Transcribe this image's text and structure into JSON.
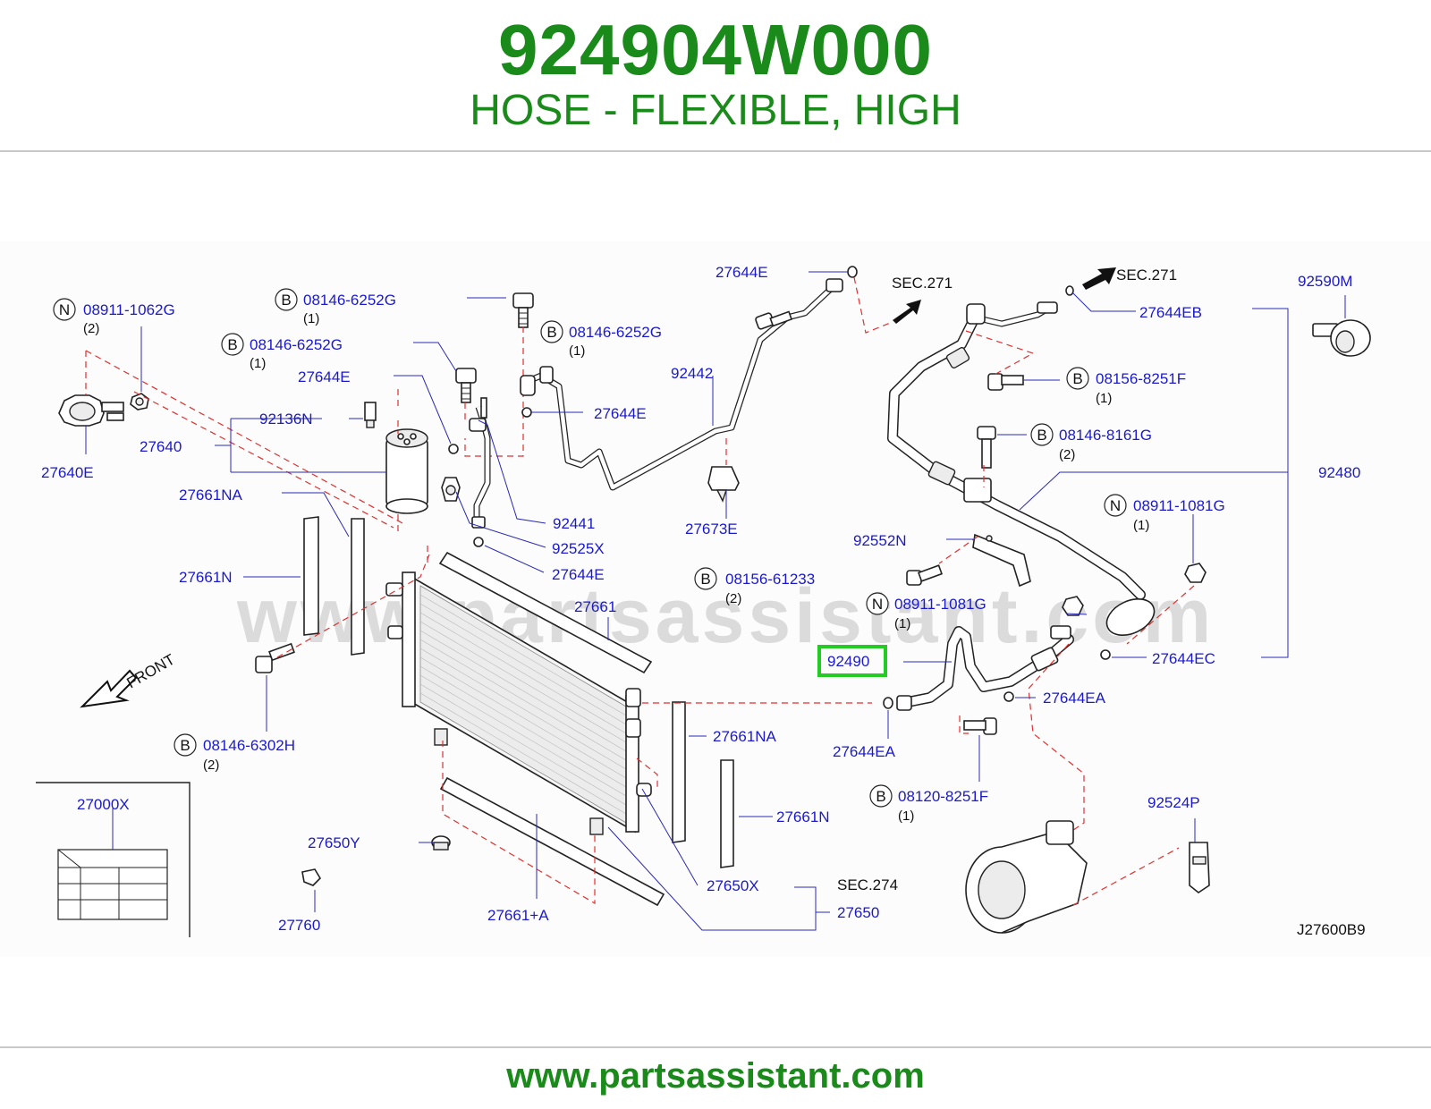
{
  "header": {
    "part_number": "924904W000",
    "part_name": "HOSE - FLEXIBLE, HIGH"
  },
  "footer": {
    "url": "www.partsassistant.com"
  },
  "diagram": {
    "watermark": "www.partsassistant.com",
    "drawing_code": "J27600B9",
    "front_label": "FRONT",
    "highlighted_callout": "92490",
    "sec_labels": {
      "sec271_a": "SEC.271",
      "sec271_b": "SEC.271",
      "sec274": "SEC.274"
    },
    "fastener_letters": {
      "b": "B",
      "n": "N"
    },
    "callouts": {
      "c_08911_1062G": "08911-1062G",
      "c_08911_1062G_qty": "(2)",
      "c_27640E": "27640E",
      "c_08146_6252G_a": "08146-6252G",
      "c_08146_6252G_a_qty": "(1)",
      "c_08146_6252G_b": "08146-6252G",
      "c_08146_6252G_b_qty": "(1)",
      "c_08146_6252G_c": "08146-6252G",
      "c_08146_6252G_c_qty": "(1)",
      "c_27644E_top": "27644E",
      "c_27644E_left": "27644E",
      "c_27644E_mid": "27644E",
      "c_27644E_low": "27644E",
      "c_92136N": "92136N",
      "c_27640": "27640",
      "c_27661NA_left": "27661NA",
      "c_27661N_left": "27661N",
      "c_92441": "92441",
      "c_92525X": "92525X",
      "c_27661": "27661",
      "c_92442": "92442",
      "c_27673E": "27673E",
      "c_08156_61233": "08156-61233",
      "c_08156_61233_qty": "(2)",
      "c_08911_1081G_mid": "08911-1081G",
      "c_08911_1081G_mid_qty": "(1)",
      "c_92490": "92490",
      "c_08146_6302H": "08146-6302H",
      "c_08146_6302H_qty": "(2)",
      "c_27000X": "27000X",
      "c_27650Y": "27650Y",
      "c_27760": "27760",
      "c_27661A": "27661+A",
      "c_27661NA_right": "27661NA",
      "c_27661N_right": "27661N",
      "c_27650X": "27650X",
      "c_27650": "27650",
      "c_27644EA_a": "27644EA",
      "c_27644EA_b": "27644EA",
      "c_08120_8251F": "08120-8251F",
      "c_08120_8251F_qty": "(1)",
      "c_92524P": "92524P",
      "c_27644EB": "27644EB",
      "c_08156_8251F": "08156-8251F",
      "c_08156_8251F_qty": "(1)",
      "c_08146_8161G": "08146-8161G",
      "c_08146_8161G_qty": "(2)",
      "c_92590M": "92590M",
      "c_92480": "92480",
      "c_08911_1081G_right": "08911-1081G",
      "c_08911_1081G_right_qty": "(1)",
      "c_92552N": "92552N",
      "c_27644EC": "27644EC"
    }
  },
  "colors": {
    "brand_green": "#1a8a1a",
    "callout_blue": "#1a1acc",
    "leader_red": "#e03030",
    "highlight_green": "#22cc22"
  }
}
